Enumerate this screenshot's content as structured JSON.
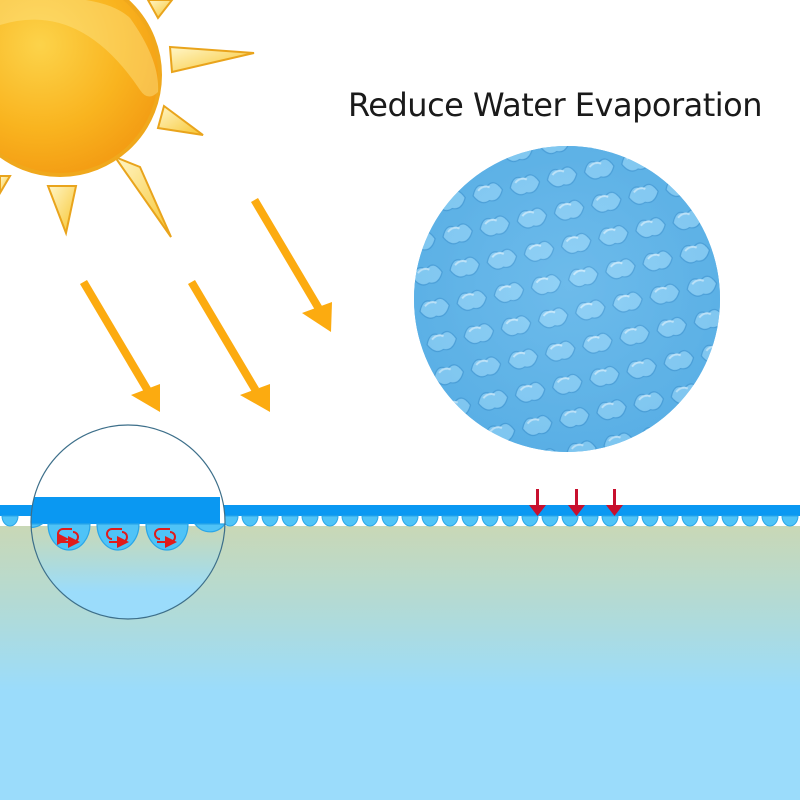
{
  "headline": "Reduce Water Evaporation",
  "colors": {
    "sun_core": "#f9b41f",
    "sun_highlight": "#fde58a",
    "sun_ray": "#f7c530",
    "sun_ray_edge": "#e9a41c",
    "light_arrow": "#fcab10",
    "cover_blue": "#0a98f2",
    "bubble_blue": "#4fc3f7",
    "bubble_edge": "#2aa6e8",
    "pressure_arrow": "#c8102e",
    "convection_arrow": "#e01b1b",
    "water_top": "#c9d8b6",
    "water_bottom": "#9bdcfb",
    "texture_blue": "#5fb3e8",
    "magnifier_stroke": "#3d6f8a"
  },
  "elements": {
    "sun": "sun-icon",
    "light_arrows": [
      "sunlight-arrow",
      "sunlight-arrow",
      "sunlight-arrow"
    ],
    "bubble_texture_closeup": "bubble-cover-texture",
    "magnifier": "magnified-cross-section",
    "pressure_arrows": [
      "down-arrow",
      "down-arrow",
      "down-arrow"
    ],
    "convection_icons": [
      "cycle-arrows-icon",
      "cycle-arrows-icon",
      "cycle-arrows-icon"
    ]
  }
}
